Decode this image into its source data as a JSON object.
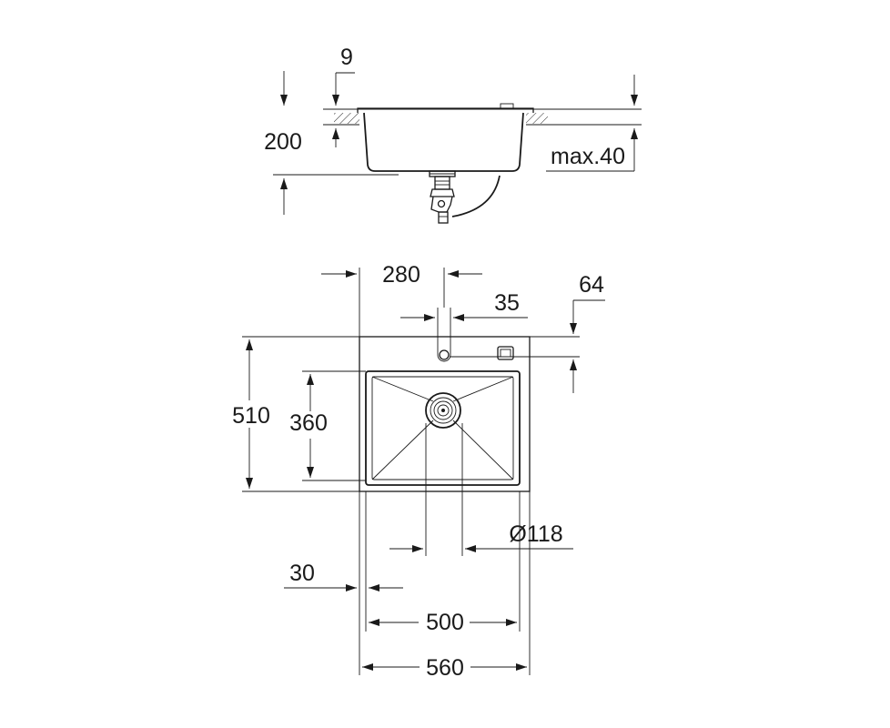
{
  "dimensions": {
    "d9": "9",
    "d200": "200",
    "max40": "max.40",
    "d280": "280",
    "d35": "35",
    "d64": "64",
    "d510": "510",
    "d360": "360",
    "d118": "Ø118",
    "d30": "30",
    "d500": "500",
    "d560": "560"
  },
  "colors": {
    "line": "#1a1a1a",
    "background": "#ffffff"
  }
}
